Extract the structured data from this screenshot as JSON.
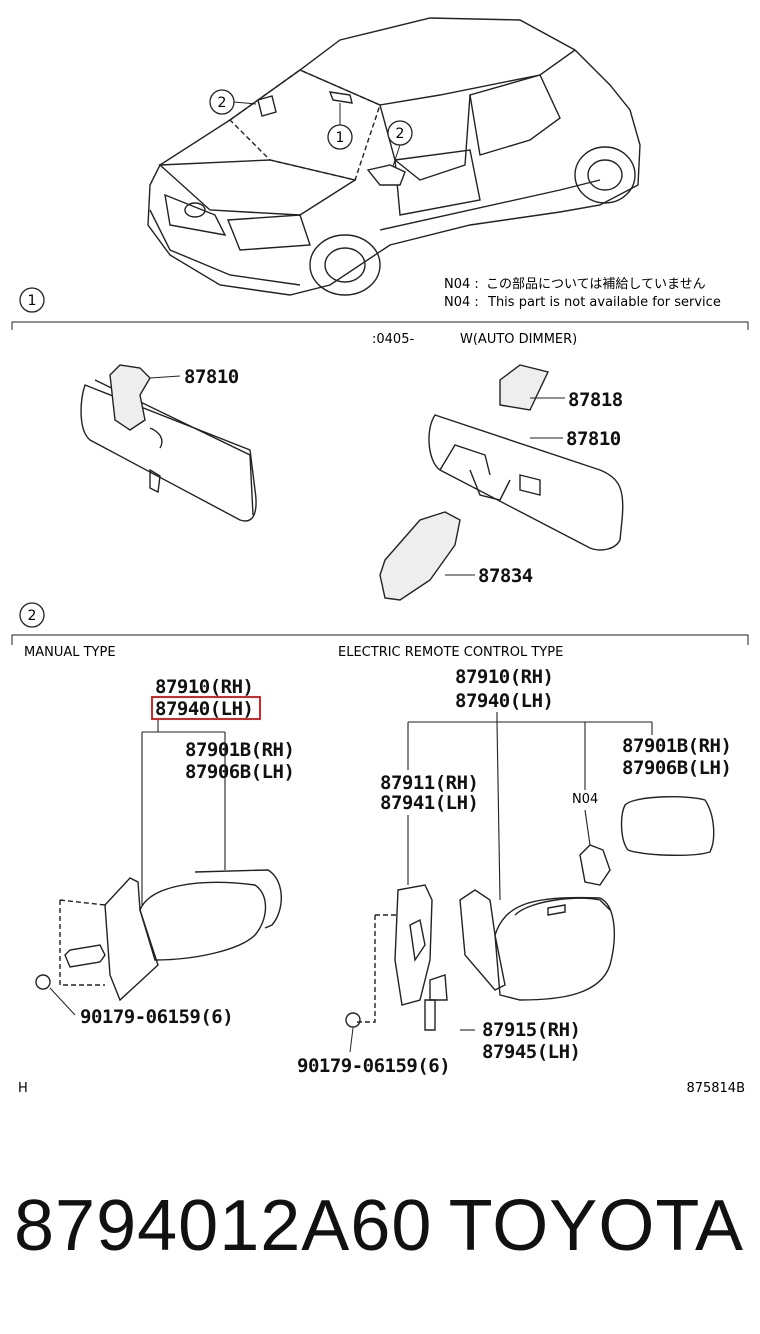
{
  "callouts": {
    "one": "1",
    "two": "2"
  },
  "notes": {
    "n04_code": "N04 :",
    "n04_jp": "この部品については補給していません",
    "n04_en": "This part is not available for service"
  },
  "section1": {
    "number": "1",
    "header_left": ":0405-",
    "header_right": "W(AUTO  DIMMER)",
    "parts": {
      "mirror_left": "87810",
      "cover": "87818",
      "mirror_right": "87810",
      "bracket": "87834"
    }
  },
  "section2": {
    "number": "2",
    "manual_type": "MANUAL TYPE",
    "electric_type": "ELECTRIC REMOTE CONTROL TYPE",
    "manual": {
      "assy_rh": "87910(RH)",
      "assy_lh": "87940(LH)",
      "glass_rh": "87901B(RH)",
      "glass_lh": "87906B(LH)",
      "screw": "90179-06159(6)"
    },
    "electric": {
      "assy_rh": "87910(RH)",
      "assy_lh": "87940(LH)",
      "base_rh": "87911(RH)",
      "base_lh": "87941(LH)",
      "n04": "N04",
      "glass_rh": "87901B(RH)",
      "glass_lh": "87906B(LH)",
      "cover_rh": "87915(RH)",
      "cover_lh": "87945(LH)",
      "screw": "90179-06159(6)"
    }
  },
  "footer_left": "H",
  "footer_right": "875814B",
  "part_number": "8794012A60",
  "brand": "TOYOTA"
}
